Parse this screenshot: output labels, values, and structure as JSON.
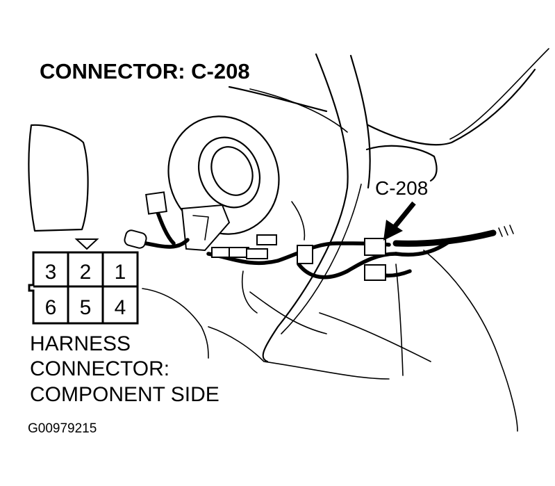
{
  "title": "CONNECTOR: C-208",
  "callout_label": "C-208",
  "connector_pins": {
    "top_row": [
      "3",
      "2",
      "1"
    ],
    "bottom_row": [
      "6",
      "5",
      "4"
    ]
  },
  "caption": {
    "line1": "HARNESS",
    "line2": "CONNECTOR:",
    "line3": "COMPONENT SIDE"
  },
  "figure_id": "G00979215"
}
